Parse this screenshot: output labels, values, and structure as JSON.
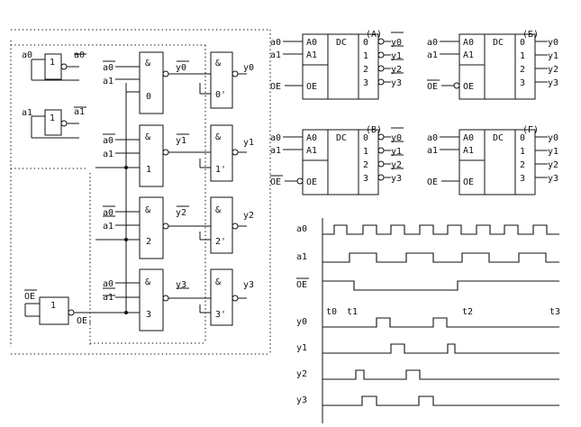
{
  "labels": {
    "not_a0": "a0",
    "not_a1": "a1",
    "not_oe": "OE",
    "a0": "a0",
    "a1": "a1",
    "oe": "OE",
    "oe_out": "OE.",
    "and_sym": "&",
    "one_sym": "1",
    "gates": [
      "0",
      "1",
      "2",
      "3"
    ],
    "gates_out": [
      "0'",
      "1'",
      "2'",
      "3'"
    ],
    "ybar": [
      "y0",
      "y1",
      "y2",
      "y3"
    ],
    "y": [
      "y0",
      "y1",
      "y2",
      "y3"
    ]
  },
  "decoders": [
    {
      "tag": "(A)",
      "en_inverted": false,
      "out_inverted": true
    },
    {
      "tag": "(Б)",
      "en_inverted": true,
      "out_inverted": false
    },
    {
      "tag": "(В)",
      "en_inverted": true,
      "out_inverted": true
    },
    {
      "tag": "(Г)",
      "en_inverted": false,
      "out_inverted": false
    }
  ],
  "dc": {
    "in_a0": "A0",
    "in_a1": "A1",
    "in_oe": "OE",
    "name": "DC",
    "out_nums": [
      "0",
      "1",
      "2",
      "3"
    ]
  },
  "timing": {
    "signals": [
      "a0",
      "a1",
      "OE",
      "y0",
      "y1",
      "y2",
      "y3"
    ],
    "marks": [
      "t0",
      "t1",
      "t2",
      "t3"
    ]
  }
}
